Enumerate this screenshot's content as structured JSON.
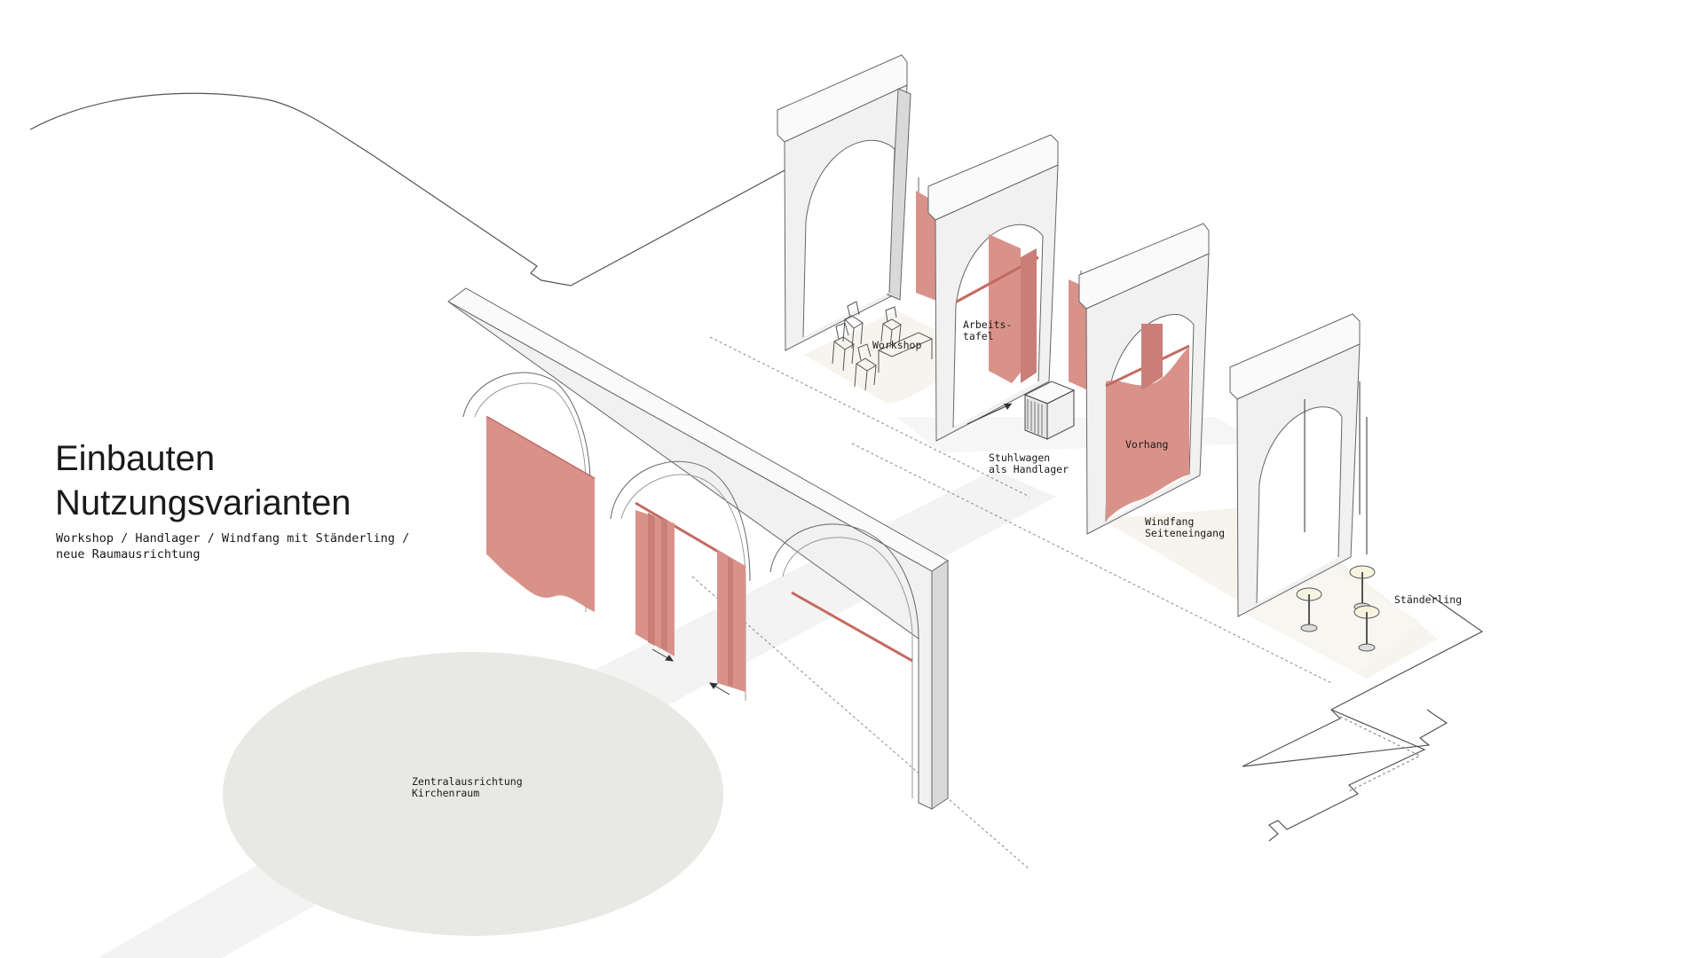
{
  "title": {
    "line1": "Einbauten",
    "line2": "Nutzungsvarianten"
  },
  "subtitle": {
    "line1": "Workshop / Handlager / Windfang mit Ständerling /",
    "line2": "neue Raumausrichtung"
  },
  "labels": {
    "workshop": "Workshop",
    "arbeitstafel_1": "Arbeits-",
    "arbeitstafel_2": "tafel",
    "stuhlwagen_1": "Stuhlwagen",
    "stuhlwagen_2": "als Handlager",
    "vorhang": "Vorhang",
    "windfang_1": "Windfang",
    "windfang_2": "Seiteneingang",
    "staenderling": "Ständerling",
    "zentral_1": "Zentralausrichtung",
    "zentral_2": "Kirchenraum"
  },
  "colors": {
    "curtain": "#d9928a",
    "curtain_dark": "#c97f77",
    "rod": "#c46a62",
    "arch_front": "#f1f1f1",
    "arch_side": "#d9d9d9",
    "arch_top": "#fafafa",
    "floor_zone": "#f6f4ec",
    "ellipse": "#e8e8e4",
    "path": "#f3f3f3",
    "line": "#555555"
  }
}
